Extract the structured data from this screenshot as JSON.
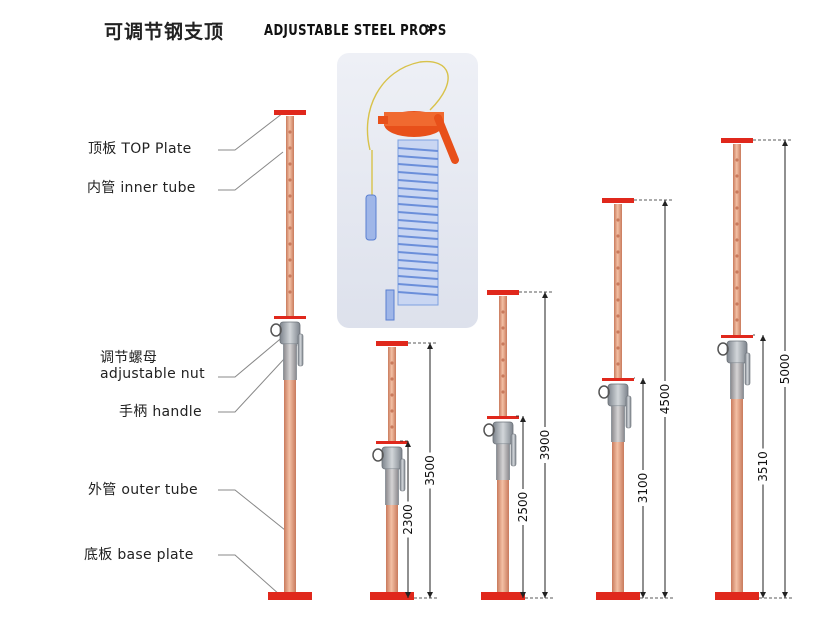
{
  "title": {
    "chinese": "可调节钢支顶",
    "english": "ADJUSTABLE STEEL PROPS",
    "arrow": "›"
  },
  "labels": {
    "top_plate": "顶板  TOP Plate",
    "inner_tube": "内管  inner tube",
    "nut_cn": "调节螺母",
    "nut_en": "adjustable nut",
    "handle": "手柄 handle",
    "outer_tube": "外管 outer tube",
    "base_plate": "底板  base plate"
  },
  "dimensions": {
    "prop2_total": "3500",
    "prop2_outer": "2300",
    "prop3_total": "3900",
    "prop3_outer": "2500",
    "prop4_total": "4500",
    "prop4_outer": "3100",
    "prop5_total": "5000",
    "prop5_outer": "3510"
  },
  "colors": {
    "tube": "#e8a484",
    "tube_shade": "#c97a5c",
    "plate": "#e0281c",
    "nut": "#9aa0a8",
    "leader": "#888888",
    "spring": "#7da0e0",
    "nut_orange": "#e8501a"
  }
}
